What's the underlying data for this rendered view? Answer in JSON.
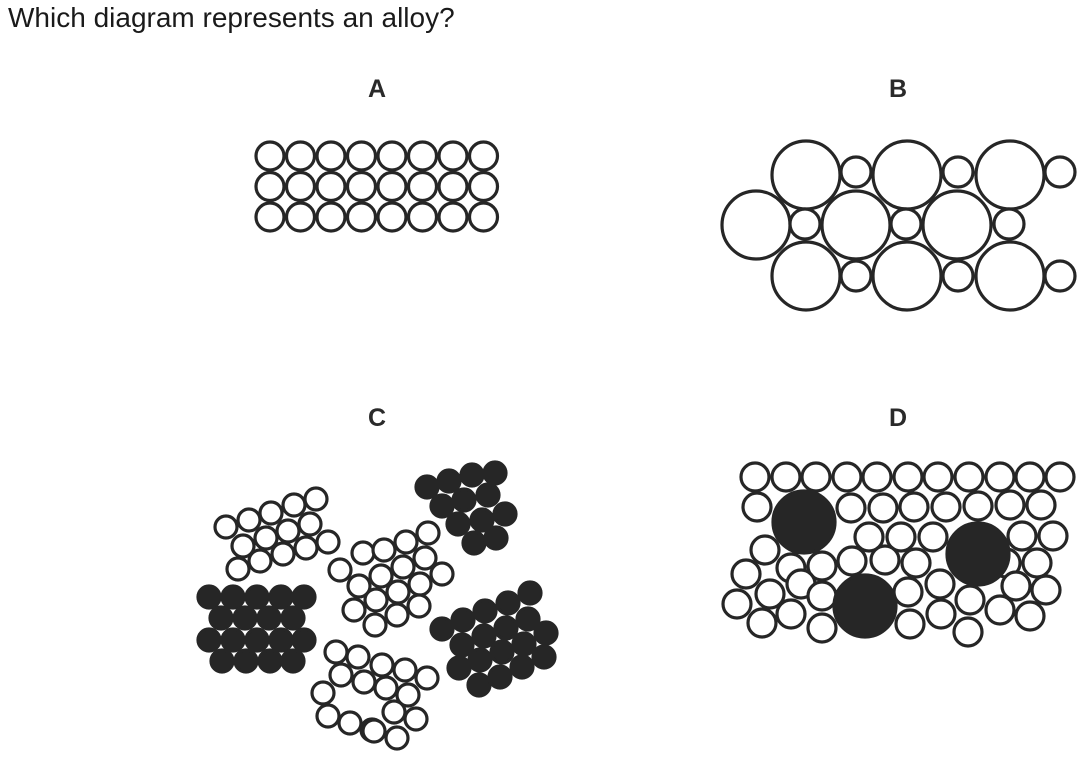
{
  "question": "Which diagram represents an alloy?",
  "options": [
    {
      "id": "A",
      "label": "A"
    },
    {
      "id": "B",
      "label": "B"
    },
    {
      "id": "C",
      "label": "C"
    },
    {
      "id": "D",
      "label": "D"
    }
  ],
  "colors": {
    "outline": "#262626",
    "dark_atom": "#262626",
    "light_atom": "#ffffff"
  }
}
